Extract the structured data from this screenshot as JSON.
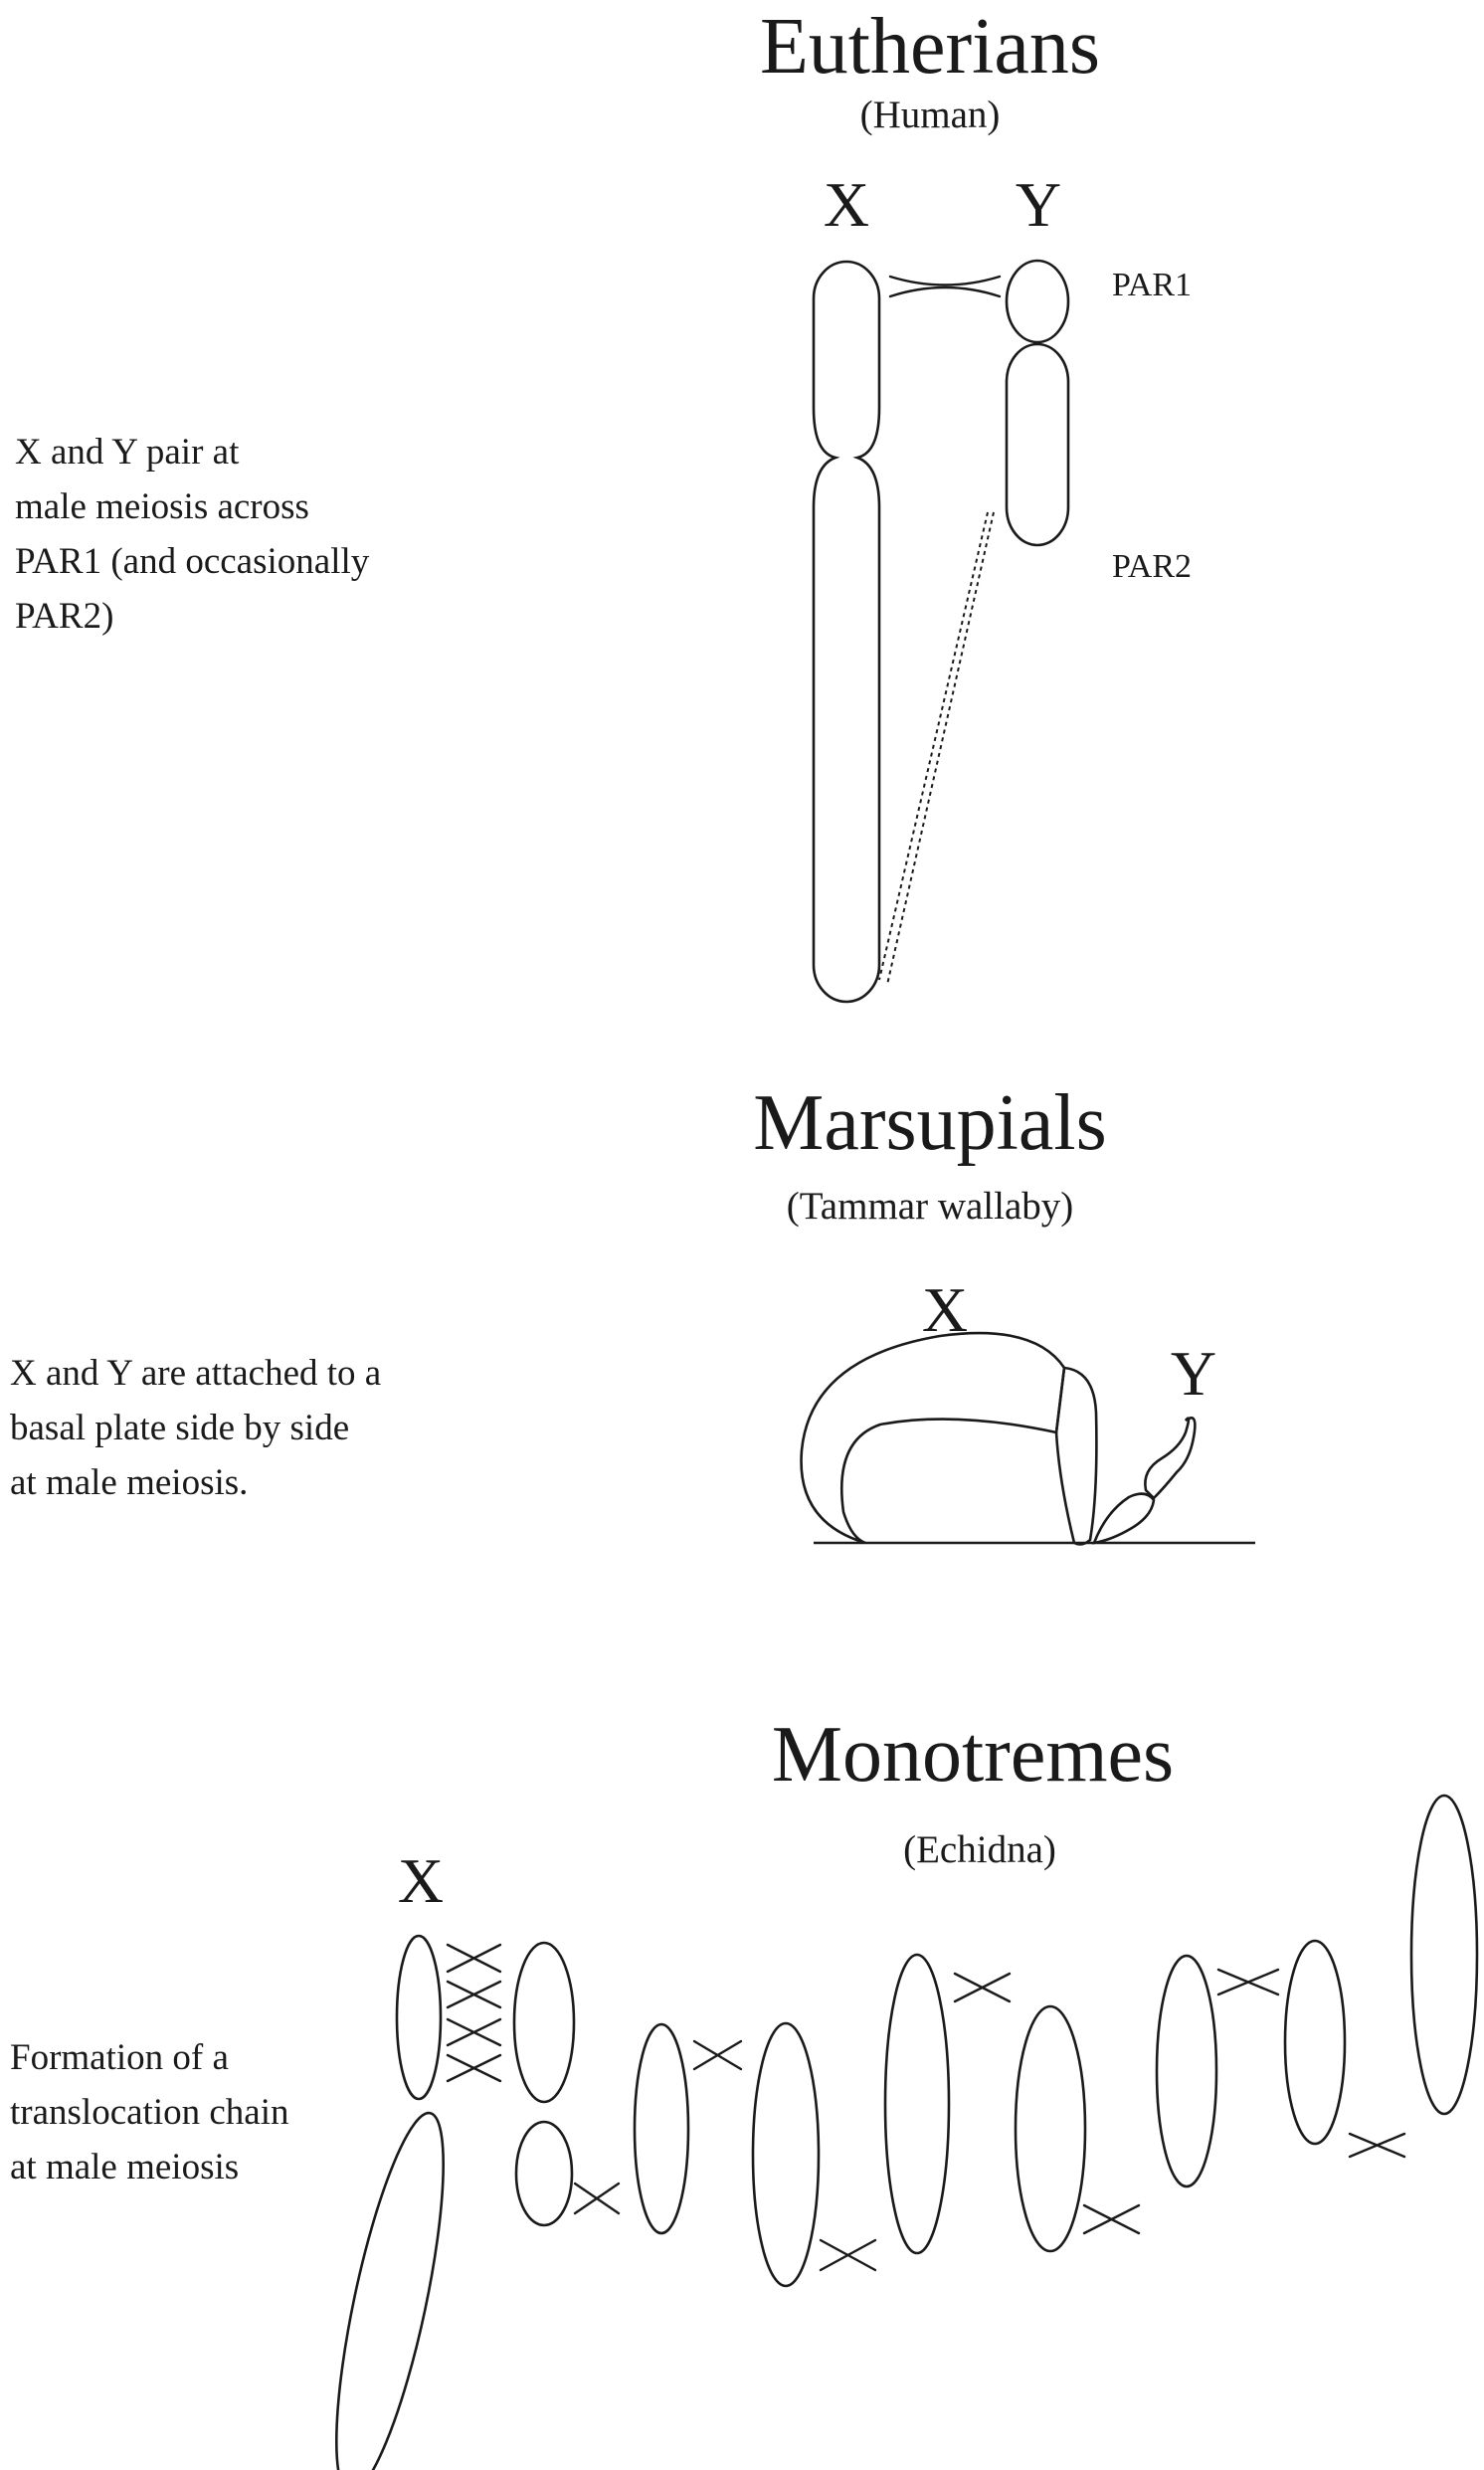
{
  "sections": {
    "eutherians": {
      "title": "Eutherians",
      "species": "(Human)",
      "x_label": "X",
      "y_label": "Y",
      "par1_label": "PAR1",
      "par2_label": "PAR2",
      "description": [
        "X and Y pair at",
        "male meiosis across",
        "PAR1 (and occasionally",
        "PAR2)"
      ]
    },
    "marsupials": {
      "title": "Marsupials",
      "species": "(Tammar wallaby)",
      "x_label": "X",
      "y_label": "Y",
      "description": [
        "X and Y are attached to a",
        "basal plate side by side",
        "at male meiosis."
      ]
    },
    "monotremes": {
      "title": "Monotremes",
      "species": "(Echidna)",
      "x_label": "X",
      "description": [
        "Formation of a",
        "translocation chain",
        "at male meiosis"
      ]
    }
  }
}
